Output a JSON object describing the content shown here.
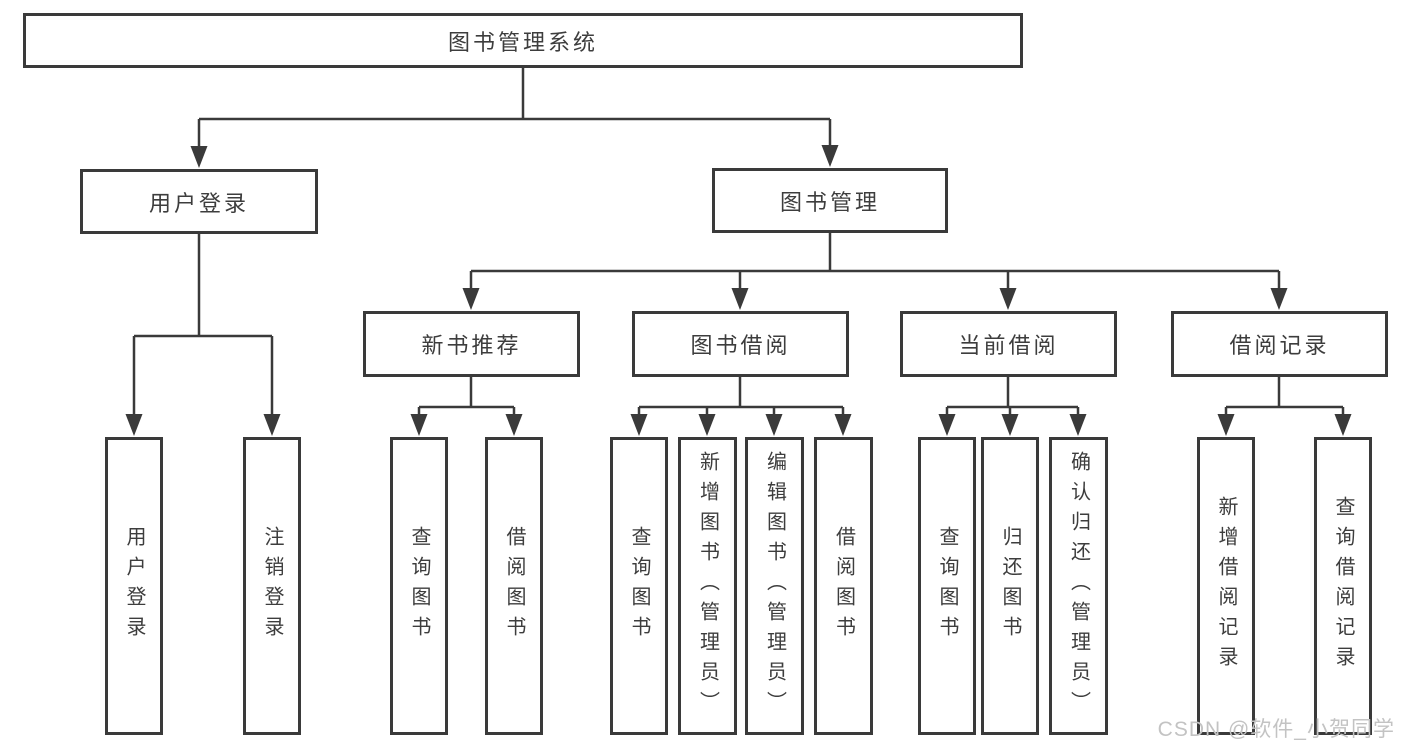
{
  "colors": {
    "line": "#3a3a3a",
    "text": "#3d3d3d",
    "background": "#ffffff",
    "watermark": "#c3c3c3"
  },
  "watermark": "CSDN @软件_小贺同学",
  "nodes": {
    "root": {
      "label": "图书管理系统"
    },
    "level2": [
      {
        "label": "用户登录",
        "parent": "图书管理系统"
      },
      {
        "label": "图书管理",
        "parent": "图书管理系统"
      }
    ],
    "level3": [
      {
        "label": "新书推荐",
        "parent": "图书管理"
      },
      {
        "label": "图书借阅",
        "parent": "图书管理"
      },
      {
        "label": "当前借阅",
        "parent": "图书管理"
      },
      {
        "label": "借阅记录",
        "parent": "图书管理"
      }
    ],
    "level4": [
      {
        "label": "用户登录",
        "parent": "用户登录"
      },
      {
        "label": "注销登录",
        "parent": "用户登录"
      },
      {
        "label": "查询图书",
        "parent": "新书推荐"
      },
      {
        "label": "借阅图书",
        "parent": "新书推荐"
      },
      {
        "label": "查询图书",
        "parent": "图书借阅"
      },
      {
        "label": "新增图书（管理员）",
        "parent": "图书借阅"
      },
      {
        "label": "编辑图书（管理员）",
        "parent": "图书借阅"
      },
      {
        "label": "借阅图书",
        "parent": "图书借阅"
      },
      {
        "label": "查询图书",
        "parent": "当前借阅"
      },
      {
        "label": "归还图书",
        "parent": "当前借阅"
      },
      {
        "label": "确认归还（管理员）",
        "parent": "当前借阅"
      },
      {
        "label": "新增借阅记录",
        "parent": "借阅记录"
      },
      {
        "label": "查询借阅记录",
        "parent": "借阅记录"
      }
    ]
  }
}
